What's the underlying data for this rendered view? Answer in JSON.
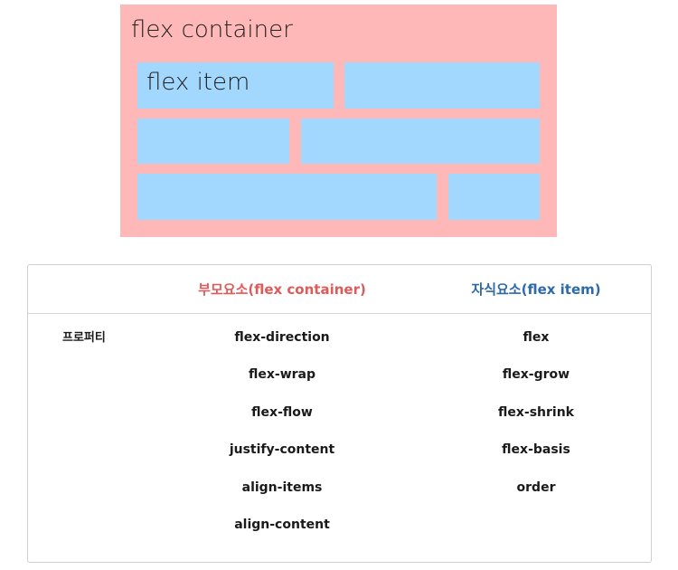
{
  "diagram": {
    "container_label": "flex container",
    "item_label": "flex item",
    "colors": {
      "container": "#ffb8b8",
      "item": "#a3d8fe"
    }
  },
  "table": {
    "header_parent": "부모요소(flex container)",
    "header_child": "자식요소(flex item)",
    "row_label": "프로퍼티",
    "parent_properties": [
      "flex-direction",
      "flex-wrap",
      "flex-flow",
      "justify-content",
      "align-items",
      "align-content"
    ],
    "child_properties": [
      "flex",
      "flex-grow",
      "flex-shrink",
      "flex-basis",
      "order"
    ],
    "colors": {
      "header_parent": "#e05a5a",
      "header_child": "#2e6aa8"
    }
  }
}
